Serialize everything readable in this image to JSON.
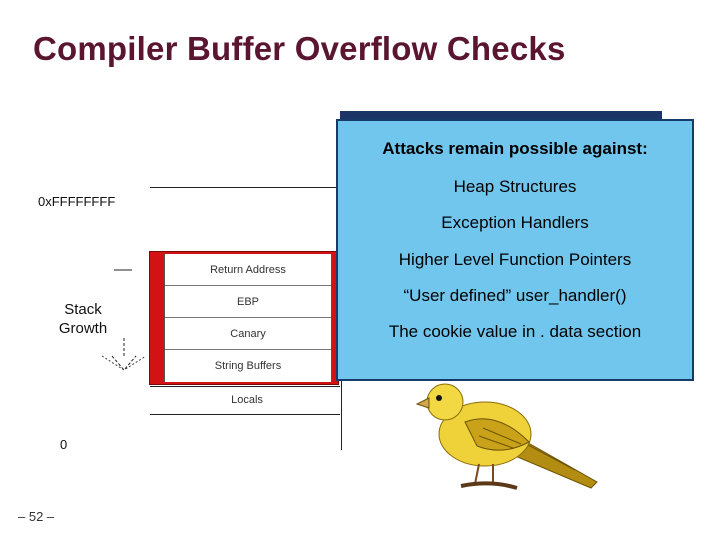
{
  "slide": {
    "title": "Compiler Buffer Overflow Checks",
    "slide_number": "– 52 –"
  },
  "diagram": {
    "top_address": "0xFFFFFFFF",
    "bottom_address": "0",
    "stack_growth": "Stack Growth",
    "frame_cells": [
      "Return Address",
      "EBP",
      "Canary",
      "String Buffers"
    ],
    "locals": "Locals",
    "colors": {
      "frame": "#d31313",
      "callout": "#71c6ed",
      "title": "#5a1530"
    }
  },
  "callout": {
    "heading": "Attacks remain possible against:",
    "items": [
      "Heap Structures",
      "Exception Handlers",
      "Higher Level Function Pointers",
      "“User defined” user_handler()",
      "The cookie value in . data section"
    ]
  },
  "icons": {
    "bird": "canary-bird-icon",
    "arrow": "stack-growth-arrow-icon"
  }
}
